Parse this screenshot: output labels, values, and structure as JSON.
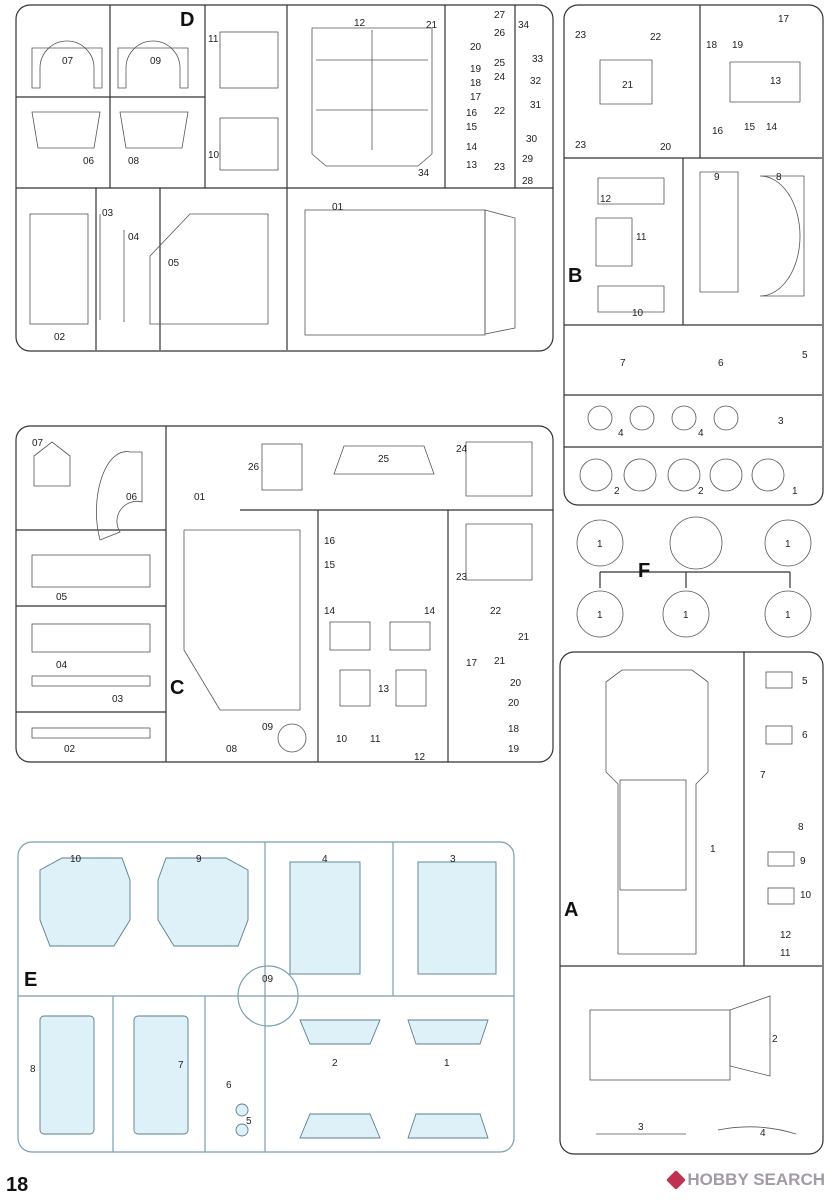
{
  "page": {
    "number": "18"
  },
  "watermark": {
    "text": "HOBBY SEARCH"
  },
  "sprues": {
    "D": {
      "letter": "D",
      "parts": [
        "07",
        "09",
        "06",
        "08",
        "11",
        "10",
        "12",
        "21",
        "27",
        "26",
        "20",
        "34",
        "33",
        "19",
        "25",
        "18",
        "24",
        "32",
        "17",
        "16",
        "22",
        "31",
        "15",
        "30",
        "14",
        "13",
        "23",
        "29",
        "28",
        "34",
        "01",
        "03",
        "04",
        "05",
        "02"
      ]
    },
    "B": {
      "letter": "B",
      "parts": [
        "23",
        "22",
        "18",
        "19",
        "17",
        "21",
        "13",
        "23",
        "20",
        "16",
        "15",
        "14",
        "12",
        "9",
        "8",
        "11",
        "10",
        "7",
        "6",
        "5",
        "4",
        "4",
        "3",
        "2",
        "2",
        "1"
      ]
    },
    "C": {
      "letter": "C",
      "parts": [
        "07",
        "06",
        "01",
        "26",
        "25",
        "24",
        "16",
        "15",
        "23",
        "05",
        "14",
        "14",
        "22",
        "21",
        "04",
        "17",
        "21",
        "20",
        "13",
        "20",
        "03",
        "18",
        "09",
        "10",
        "11",
        "12",
        "02",
        "08",
        "19"
      ]
    },
    "F": {
      "letter": "F",
      "parts": [
        "1",
        "1",
        "1",
        "1",
        "1"
      ]
    },
    "A": {
      "letter": "A",
      "parts": [
        "5",
        "6",
        "7",
        "1",
        "8",
        "9",
        "10",
        "12",
        "11",
        "2",
        "3",
        "4"
      ]
    },
    "E": {
      "letter": "E",
      "parts": [
        "10",
        "9",
        "4",
        "3",
        "09",
        "8",
        "7",
        "6",
        "5",
        "2",
        "1"
      ]
    }
  },
  "icons": {
    "logo": "hobbysearch-logo-icon"
  },
  "colors": {
    "clear_parts": "#dff1f8",
    "lines": "#333333",
    "logo": "#c03050"
  }
}
